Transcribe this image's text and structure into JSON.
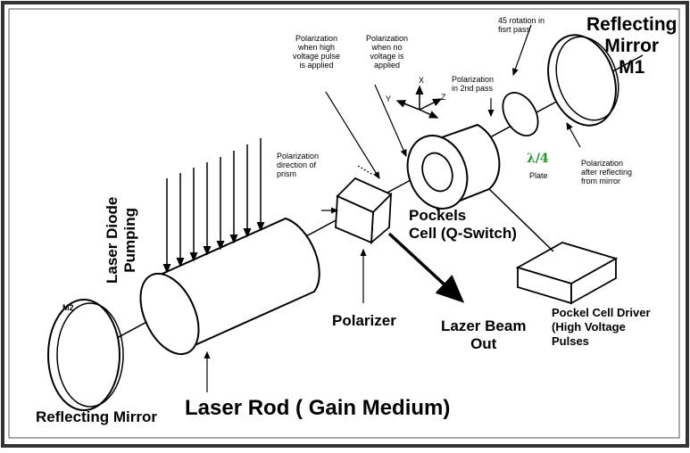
{
  "labels": {
    "reflecting_mirror_m1": "Reflecting\nMirror\nM1",
    "rotation_note": "45 rotation in\nfisrt pass",
    "polarization_high_voltage": "Polarization\nwhen high\nvoltage pulse\nis applied",
    "polarization_no_voltage": "Polarization\nwhen no\nvoltage is\napplied",
    "polarization_2nd_pass": "Polarization\nin 2nd pass",
    "axis_x": "X",
    "axis_y": "Y",
    "axis_z": "Z",
    "lambda_quarter": "λ/4",
    "plate": "Plate",
    "polarization_after_mirror": "Polarization\nafter reflecting\nfrom mirror",
    "polarization_direction_prism": "Polarization\ndirection of\nprism",
    "pockels_cell": "Pockels\nCell (Q-Switch)",
    "laser_diode_pumping": "Laser Diode\nPumping",
    "m2": "M2",
    "polarizer": "Polarizer",
    "lazer_beam_out": "Lazer Beam\nOut",
    "pockel_cell_driver": "Pockel Cell Driver\n(High Voltage\nPulses",
    "reflecting_mirror_left": "Reflecting Mirror",
    "laser_rod": "Laser Rod ( Gain Medium)"
  }
}
